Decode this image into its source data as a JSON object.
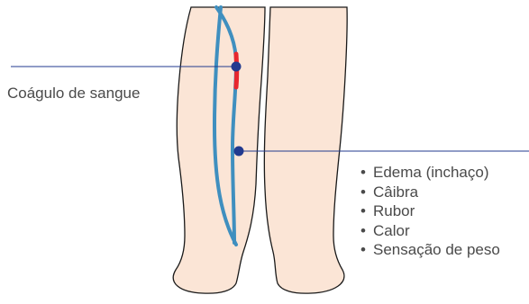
{
  "labels": {
    "clot": "Coágulo de sangue"
  },
  "symptoms": {
    "bullet": "•",
    "items": [
      "Edema (inchaço)",
      "Câibra",
      "Rubor",
      "Calor",
      "Sensação de peso"
    ]
  },
  "colors": {
    "skin": "#fbe5d6",
    "skin_outline": "#1a1a1a",
    "vein": "#3f8fbf",
    "clot": "#e8262d",
    "marker": "#223a8f",
    "leader_line": "#223a8f",
    "text": "#4a4a4a"
  },
  "icons": {
    "legs": "legs-illustration",
    "vein": "vein-line",
    "clot": "blood-clot-segment",
    "markers": "marker-dot"
  }
}
